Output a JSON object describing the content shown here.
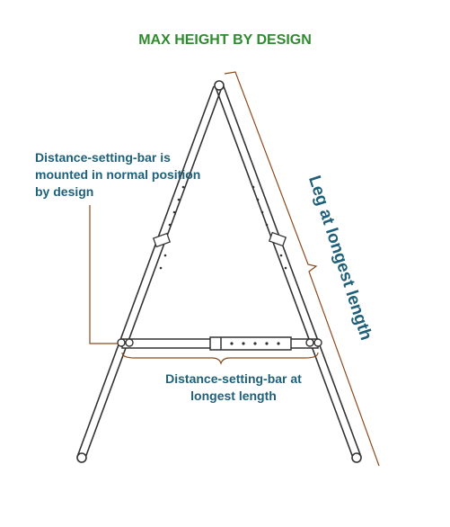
{
  "title": "MAX HEIGHT BY DESIGN",
  "annotations": {
    "bar_mounted": "Distance-setting-bar is mounted in normal position by design",
    "bar_longest": "Distance-setting-bar at longest length",
    "leg_longest": "Leg at longest length"
  },
  "colors": {
    "title": "#2e8b2e",
    "annotation_text": "#1e5f7a",
    "leader_line": "#8b4a1c",
    "frame": "#333333"
  }
}
